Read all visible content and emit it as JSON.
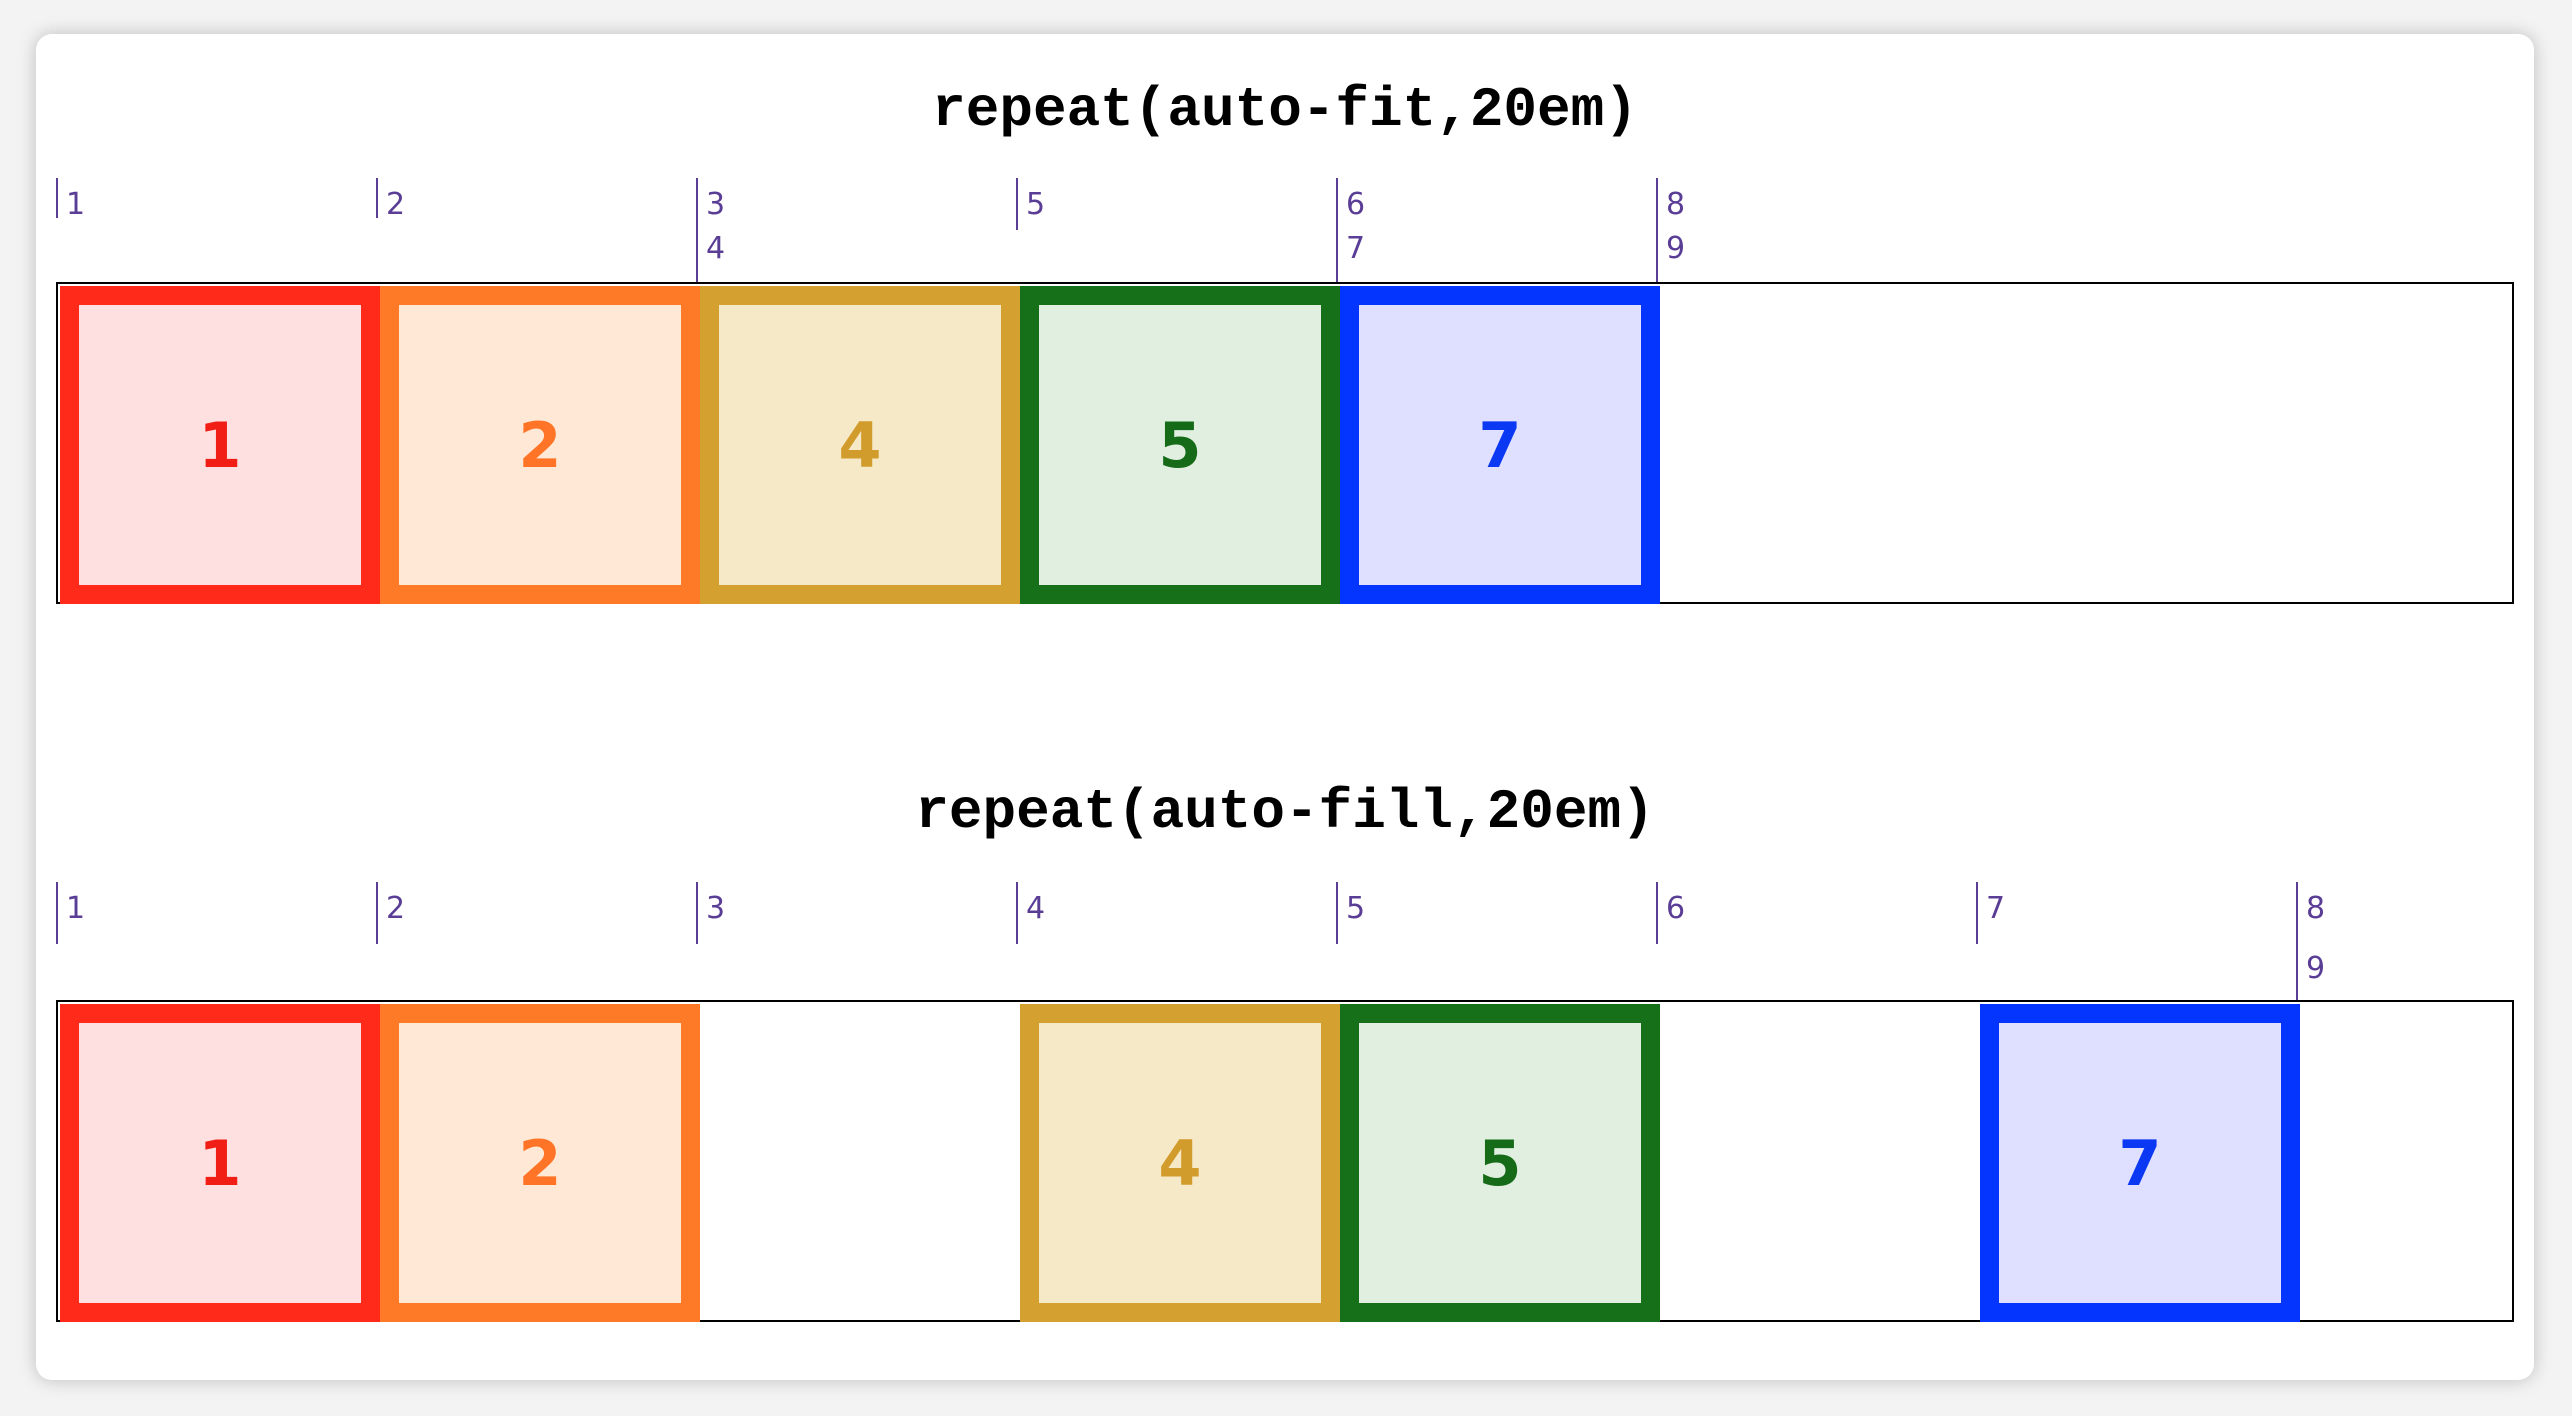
{
  "sections": [
    {
      "title": "repeat(auto-fit,20em)",
      "line_labels": [
        {
          "lines": [
            "1"
          ]
        },
        {
          "lines": [
            "2"
          ]
        },
        {
          "lines": [
            "3",
            "4"
          ]
        },
        {
          "lines": [
            "5"
          ]
        },
        {
          "lines": [
            "6",
            "7"
          ]
        },
        {
          "lines": [
            "8",
            "9"
          ]
        }
      ],
      "items": [
        {
          "label": "1",
          "color": "red"
        },
        {
          "label": "2",
          "color": "orange"
        },
        {
          "label": "4",
          "color": "gold"
        },
        {
          "label": "5",
          "color": "green"
        },
        {
          "label": "7",
          "color": "blue"
        }
      ]
    },
    {
      "title": "repeat(auto-fill,20em)",
      "line_labels": [
        {
          "lines": [
            "1"
          ]
        },
        {
          "lines": [
            "2"
          ]
        },
        {
          "lines": [
            "3"
          ]
        },
        {
          "lines": [
            "4"
          ]
        },
        {
          "lines": [
            "5"
          ]
        },
        {
          "lines": [
            "6"
          ]
        },
        {
          "lines": [
            "7"
          ]
        },
        {
          "lines": [
            "8",
            "9"
          ]
        }
      ],
      "items": [
        {
          "label": "1",
          "color": "red"
        },
        {
          "label": "2",
          "color": "orange"
        },
        {
          "label": "4",
          "color": "gold"
        },
        {
          "label": "5",
          "color": "green"
        },
        {
          "label": "7",
          "color": "blue"
        }
      ]
    }
  ],
  "colors": {
    "red": {
      "border": "#ff2a1a",
      "fill": "#ffe0e0",
      "text": "#f01e14"
    },
    "orange": {
      "border": "#ff7a26",
      "fill": "#ffe8d6",
      "text": "#ff7426"
    },
    "gold": {
      "border": "#d4a02f",
      "fill": "#f6e9c8",
      "text": "#d29c2c"
    },
    "green": {
      "border": "#157019",
      "fill": "#e1efe1",
      "text": "#156b18"
    },
    "blue": {
      "border": "#0335ff",
      "fill": "#dfe0ff",
      "text": "#0b38f2"
    },
    "line_marker": "#5a3e96"
  }
}
